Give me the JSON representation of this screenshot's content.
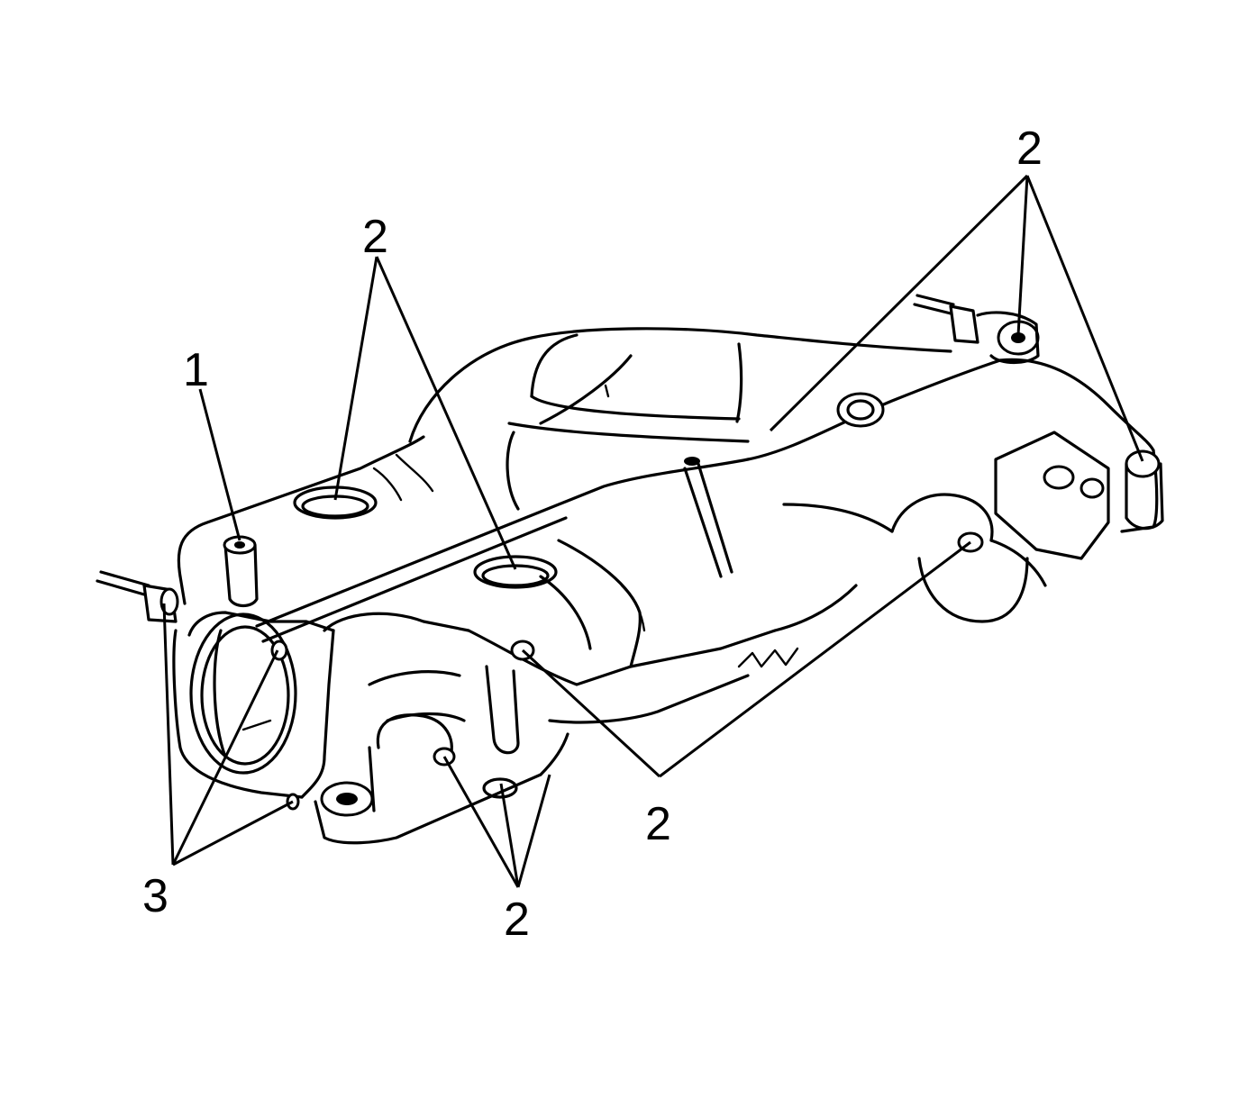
{
  "callouts": {
    "label_1": "1",
    "label_2_top_left": "2",
    "label_2_top_right": "2",
    "label_2_bottom_center": "2",
    "label_2_bottom_right": "2",
    "label_3": "3"
  },
  "colors": {
    "line": "#000000",
    "background": "#ffffff"
  }
}
